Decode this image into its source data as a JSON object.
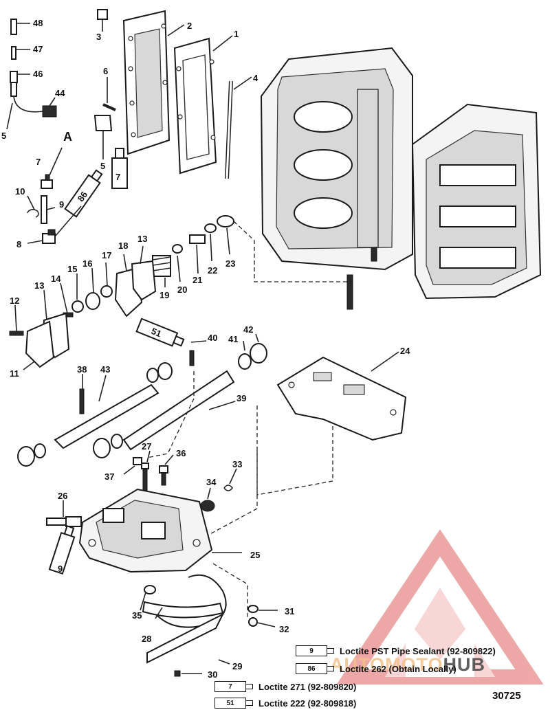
{
  "callouts": [
    {
      "id": "c48",
      "label": "48"
    },
    {
      "id": "c47",
      "label": "47"
    },
    {
      "id": "c46",
      "label": "46"
    },
    {
      "id": "c44",
      "label": "44"
    },
    {
      "id": "c5a",
      "label": "5"
    },
    {
      "id": "cA",
      "label": "A"
    },
    {
      "id": "c3",
      "label": "3"
    },
    {
      "id": "c2",
      "label": "2"
    },
    {
      "id": "c1",
      "label": "1"
    },
    {
      "id": "c4",
      "label": "4"
    },
    {
      "id": "c6",
      "label": "6"
    },
    {
      "id": "c5b",
      "label": "5"
    },
    {
      "id": "c7a",
      "label": "7"
    },
    {
      "id": "c7b",
      "label": "7"
    },
    {
      "id": "c86",
      "label": "86"
    },
    {
      "id": "c10",
      "label": "10"
    },
    {
      "id": "c9a",
      "label": "9"
    },
    {
      "id": "c8",
      "label": "8"
    },
    {
      "id": "c18",
      "label": "18"
    },
    {
      "id": "c13a",
      "label": "13"
    },
    {
      "id": "c17",
      "label": "17"
    },
    {
      "id": "c16",
      "label": "16"
    },
    {
      "id": "c15",
      "label": "15"
    },
    {
      "id": "c14",
      "label": "14"
    },
    {
      "id": "c13b",
      "label": "13"
    },
    {
      "id": "c12",
      "label": "12"
    },
    {
      "id": "c11",
      "label": "11"
    },
    {
      "id": "c19",
      "label": "19"
    },
    {
      "id": "c20",
      "label": "20"
    },
    {
      "id": "c21",
      "label": "21"
    },
    {
      "id": "c22",
      "label": "22"
    },
    {
      "id": "c23",
      "label": "23"
    },
    {
      "id": "c51",
      "label": "51"
    },
    {
      "id": "c40",
      "label": "40"
    },
    {
      "id": "c41",
      "label": "41"
    },
    {
      "id": "c42",
      "label": "42"
    },
    {
      "id": "c24",
      "label": "24"
    },
    {
      "id": "c38",
      "label": "38"
    },
    {
      "id": "c43",
      "label": "43"
    },
    {
      "id": "c39",
      "label": "39"
    },
    {
      "id": "c27",
      "label": "27"
    },
    {
      "id": "c36",
      "label": "36"
    },
    {
      "id": "c37",
      "label": "37"
    },
    {
      "id": "c33",
      "label": "33"
    },
    {
      "id": "c34",
      "label": "34"
    },
    {
      "id": "c26",
      "label": "26"
    },
    {
      "id": "c25",
      "label": "25"
    },
    {
      "id": "c9b",
      "label": "9"
    },
    {
      "id": "c35",
      "label": "35"
    },
    {
      "id": "c28",
      "label": "28"
    },
    {
      "id": "c31",
      "label": "31"
    },
    {
      "id": "c32",
      "label": "32"
    },
    {
      "id": "c29",
      "label": "29"
    },
    {
      "id": "c30",
      "label": "30"
    }
  ],
  "legend": [
    {
      "tube": "9",
      "text": "Loctite PST Pipe Sealant (92-809822)"
    },
    {
      "tube": "86",
      "text": "Loctite 262 (Obtain Locally)"
    },
    {
      "tube": "7",
      "text": "Loctite 271 (92-809820)"
    },
    {
      "tube": "51",
      "text": "Loctite 222 (92-809818)"
    }
  ],
  "drawing_number": "30725",
  "watermark": {
    "part1": "AUTO",
    "part2": "MOTO",
    "part3": "HUB"
  },
  "colors": {
    "line": "#222222",
    "watermark_red": "#e06060",
    "watermark_gold": "#f2c28a"
  }
}
